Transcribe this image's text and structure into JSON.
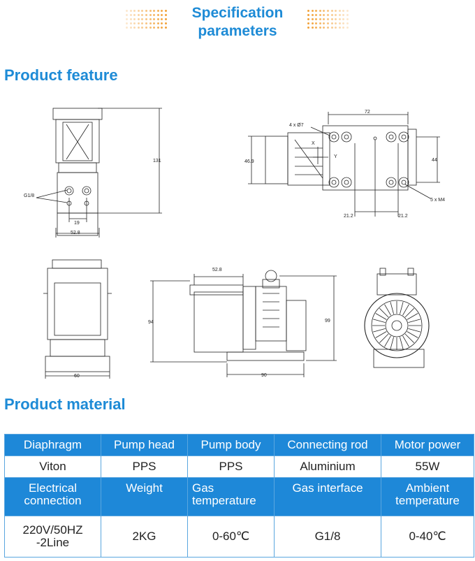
{
  "header": {
    "title_line1": "Specification",
    "title_line2": "parameters"
  },
  "sections": {
    "feature_title": "Product feature",
    "material_title": "Product material"
  },
  "drawings": {
    "front": {
      "height": "131",
      "port": "G1/8",
      "spacing": "19",
      "width": "52.8"
    },
    "top": {
      "holes": "4 x Ø7",
      "span": "72",
      "depth": "46.9",
      "right_h": "44",
      "screws": "5 x M4",
      "offset_left": "21.2",
      "offset_right": "21.2",
      "y_axis": "Y",
      "x_axis": "X"
    },
    "rear": {
      "width": "60"
    },
    "side": {
      "top_width": "52.8",
      "height_left": "94",
      "height_right": "99",
      "length": "90"
    }
  },
  "table": {
    "row1_headers": [
      "Diaphragm",
      "Pump head",
      "Pump body",
      "Connecting rod",
      "Motor power"
    ],
    "row1_values": [
      "Viton",
      "PPS",
      "PPS",
      "Aluminium",
      "55W"
    ],
    "row2_headers": [
      {
        "line1": "Electrical",
        "line2": "connection"
      },
      {
        "line1": "Weight",
        "line2": ""
      },
      {
        "line1": "Gas",
        "line2": "temperature"
      },
      {
        "line1": "Gas interface",
        "line2": ""
      },
      {
        "line1": "Ambient",
        "line2": "temperature"
      }
    ],
    "row2_values": [
      {
        "line1": "220V/50HZ",
        "line2": "-2Line"
      },
      {
        "line1": "2KG",
        "line2": ""
      },
      {
        "line1": "0-60℃",
        "line2": ""
      },
      {
        "line1": "G1/8",
        "line2": ""
      },
      {
        "line1": "0-40℃",
        "line2": ""
      }
    ]
  }
}
